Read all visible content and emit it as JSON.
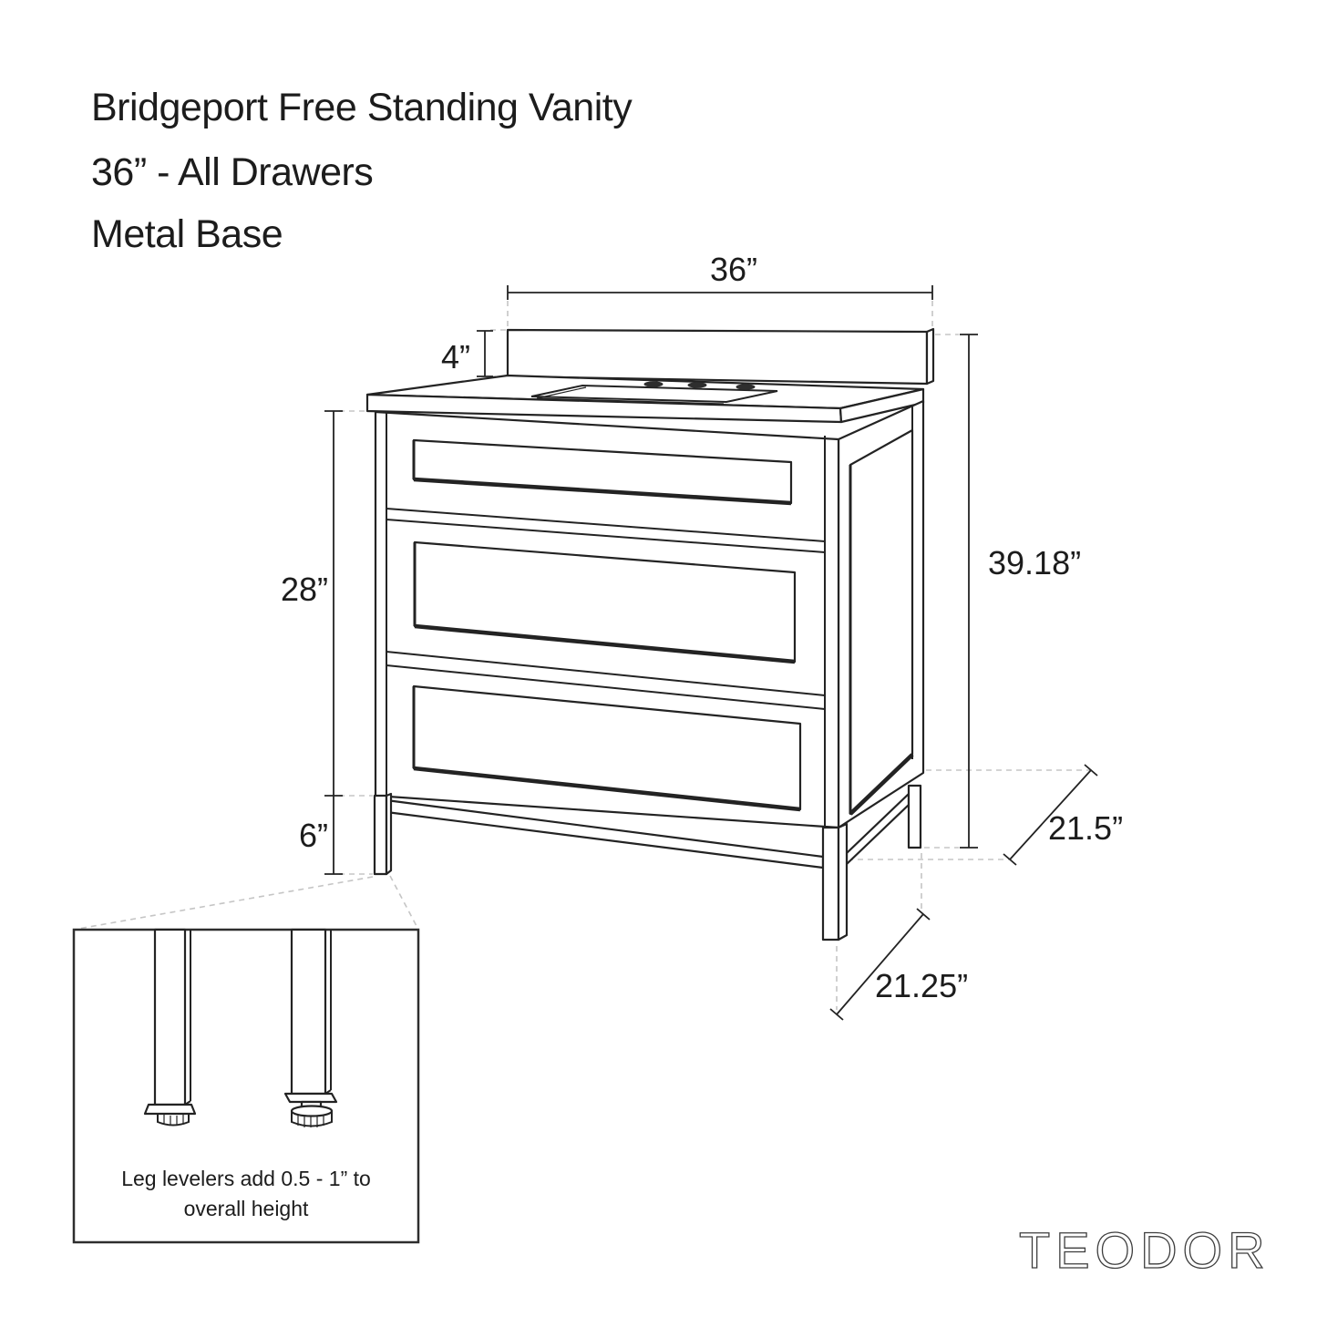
{
  "title": {
    "line1": "Bridgeport Free Standing Vanity",
    "line2": "36” - All Drawers",
    "line3": "Metal Base"
  },
  "dimensions": {
    "top_width": "36”",
    "backsplash_height": "4”",
    "cabinet_body_height": "28”",
    "leg_height": "6”",
    "overall_height": "39.18”",
    "countertop_depth": "21.5”",
    "base_depth": "21.25”"
  },
  "detail_callout": {
    "line1": "Leg levelers add 0.5 - 1” to",
    "line2": "overall height"
  },
  "brand": "TEODOR",
  "colors": {
    "line": "#232323",
    "dashed_guide": "#c5c5c5",
    "text": "#1c1c1c",
    "background": "#ffffff"
  }
}
